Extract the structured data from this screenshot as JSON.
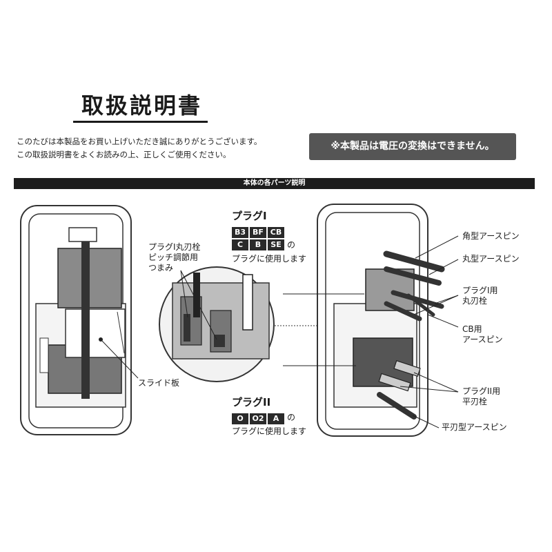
{
  "title": "取扱説明書",
  "intro": {
    "line1": "このたびは本製品をお買い上げいただき誠にありがとうございます。",
    "line2": "この取扱説明書をよくお読みの上、正しくご使用ください。"
  },
  "notice": "※本製品は電圧の変換はできません。",
  "section_bar": "本体の各パーツ説明",
  "left_labels": {
    "pitch_knob": [
      "プラグI丸刃栓",
      "ピッチ調節用",
      "つまみ"
    ],
    "slide_plate": "スライド板"
  },
  "plug1": {
    "title": "プラグI",
    "codes_row1": [
      "B3",
      "BF",
      "CB"
    ],
    "codes_row2": [
      "C",
      "B",
      "SE"
    ],
    "suffix": "の",
    "usage": "プラグに使用します"
  },
  "plug2": {
    "title": "プラグII",
    "codes": [
      "O",
      "O2",
      "A"
    ],
    "suffix": "の",
    "usage": "プラグに使用します"
  },
  "right_labels": {
    "square_earth": "角型アースピン",
    "round_earth": "丸型アースピン",
    "plug1_round_pins": [
      "プラグI用",
      "丸刃栓"
    ],
    "cb_earth": [
      "CB用",
      "アースピン"
    ],
    "plug2_flat_pins": [
      "プラグII用",
      "平刃栓"
    ],
    "flat_earth": "平刃型アースピン"
  }
}
